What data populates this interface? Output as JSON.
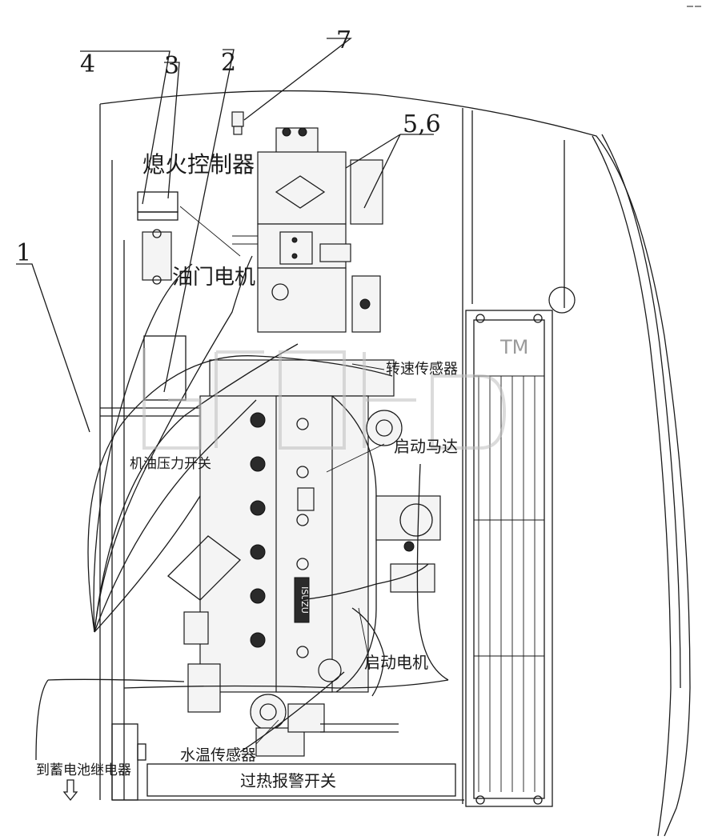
{
  "labels": {
    "ignition_controller": "熄火控制器",
    "throttle_motor": "油门电机",
    "speed_sensor": "转速传感器",
    "oil_pressure_switch": "机油压力开关",
    "starter_motor_top": "启动马达",
    "starter_motor_bottom": "启动电机",
    "water_temp_sensor": "水温传感器",
    "overheat_alarm_switch": "过热报警开关",
    "to_battery_relay": "到蓄电池继电器",
    "isuzu_mark": "ISUZU",
    "tm_mark": "TM"
  },
  "callouts": {
    "c1": "1",
    "c2": "2",
    "c3": "3",
    "c4": "4",
    "c56": "5,6",
    "c7": "7"
  },
  "colors": {
    "line": "#1a1a1a",
    "watermark": "#bdbdbd"
  }
}
